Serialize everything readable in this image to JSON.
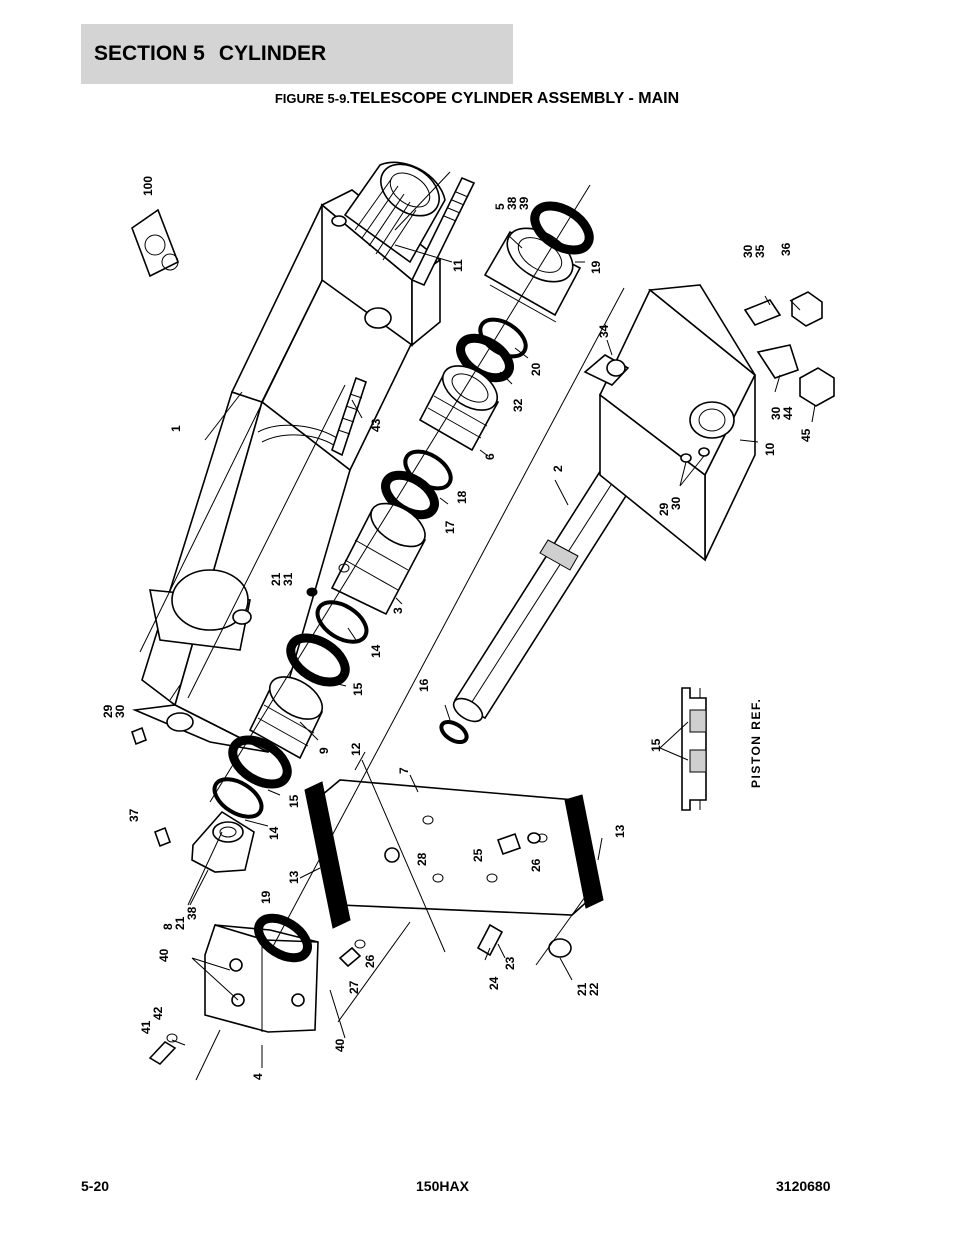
{
  "header": {
    "section": "SECTION 5",
    "title": "CYLINDER"
  },
  "figure": {
    "number": "FIGURE 5-9.",
    "title": "TELESCOPE CYLINDER ASSEMBLY - MAIN"
  },
  "callouts": {
    "c100": "100",
    "c11": "11",
    "c1": "1",
    "c43": "43",
    "c5": "5",
    "c38a": "38",
    "c39": "39",
    "c19a": "19",
    "c20": "20",
    "c32": "32",
    "c6": "6",
    "c18": "18",
    "c17": "17",
    "c3": "3",
    "c21a": "21",
    "c31": "31",
    "c14a": "14",
    "c15a": "15",
    "c29a": "29",
    "c30a": "30",
    "c9": "9",
    "c15b": "15",
    "c14b": "14",
    "c37": "37",
    "c8": "8",
    "c21b": "21",
    "c38b": "38",
    "c12": "12",
    "c7": "7",
    "c13a": "13",
    "c13b": "13",
    "c28": "28",
    "c25": "25",
    "c26a": "26",
    "c16": "16",
    "c2": "2",
    "c34": "34",
    "c30b": "30",
    "c35": "35",
    "c36": "36",
    "c30c": "30",
    "c44": "44",
    "c45": "45",
    "c10": "10",
    "c29b": "29",
    "c30d": "30",
    "c19b": "19",
    "c40a": "40",
    "c26b": "26",
    "c27": "27",
    "c23": "23",
    "c24": "24",
    "c21c": "21",
    "c22": "22",
    "c41": "41",
    "c42": "42",
    "c4": "4",
    "c40b": "40",
    "c15c": "15"
  },
  "piston_ref": "PISTON REF.",
  "footer": {
    "page": "5-20",
    "model": "150HAX",
    "doc_number": "3120680"
  }
}
